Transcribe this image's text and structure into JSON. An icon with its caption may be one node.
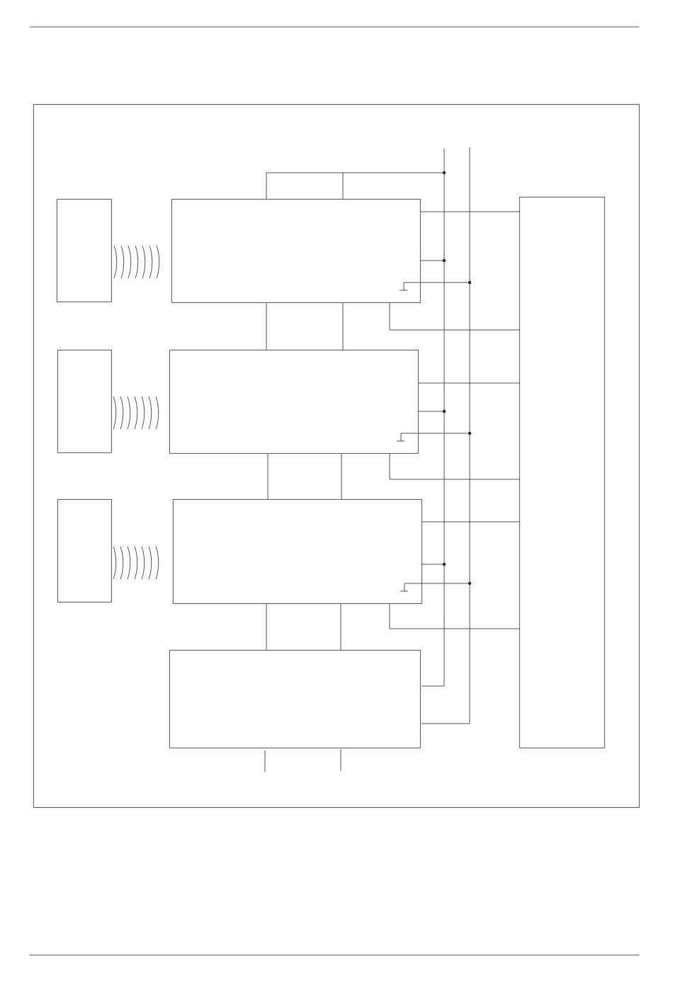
{
  "diagram": {
    "nodes": [
      {
        "text": [],
        "shape": "box"
      },
      {
        "text": [],
        "shape": "box",
        "in": 0
      },
      {
        "text": [],
        "shape": "box",
        "in": 0
      },
      {
        "text": [],
        "shape": "box",
        "in": 0
      },
      {
        "text": [],
        "shape": "box",
        "in": 0
      },
      {
        "text": [],
        "shape": "box",
        "in": 0
      },
      {
        "text": [],
        "shape": "box",
        "in": 0
      },
      {
        "text": [],
        "shape": "box",
        "in": 0
      },
      {
        "text": [],
        "shape": "box",
        "in": 0
      }
    ],
    "edges": [
      {
        "from": 2,
        "to": 5,
        "arrow": "none"
      },
      {
        "from": 2,
        "to": 5,
        "arrow": "none"
      },
      {
        "from": 5,
        "to": 7,
        "arrow": "none"
      },
      {
        "from": 5,
        "to": 7,
        "arrow": "none"
      },
      {
        "from": 7,
        "to": 8,
        "arrow": "none"
      },
      {
        "from": 7,
        "to": 8,
        "arrow": "none"
      },
      {
        "from": 2,
        "to": 3,
        "arrow": "none"
      },
      {
        "from": 2,
        "to": 3,
        "arrow": "none"
      },
      {
        "from": 5,
        "to": 3,
        "arrow": "none"
      },
      {
        "from": 5,
        "to": 3,
        "arrow": "none"
      },
      {
        "from": 7,
        "to": 3,
        "arrow": "none"
      },
      {
        "from": 7,
        "to": 3,
        "arrow": "none"
      }
    ]
  }
}
